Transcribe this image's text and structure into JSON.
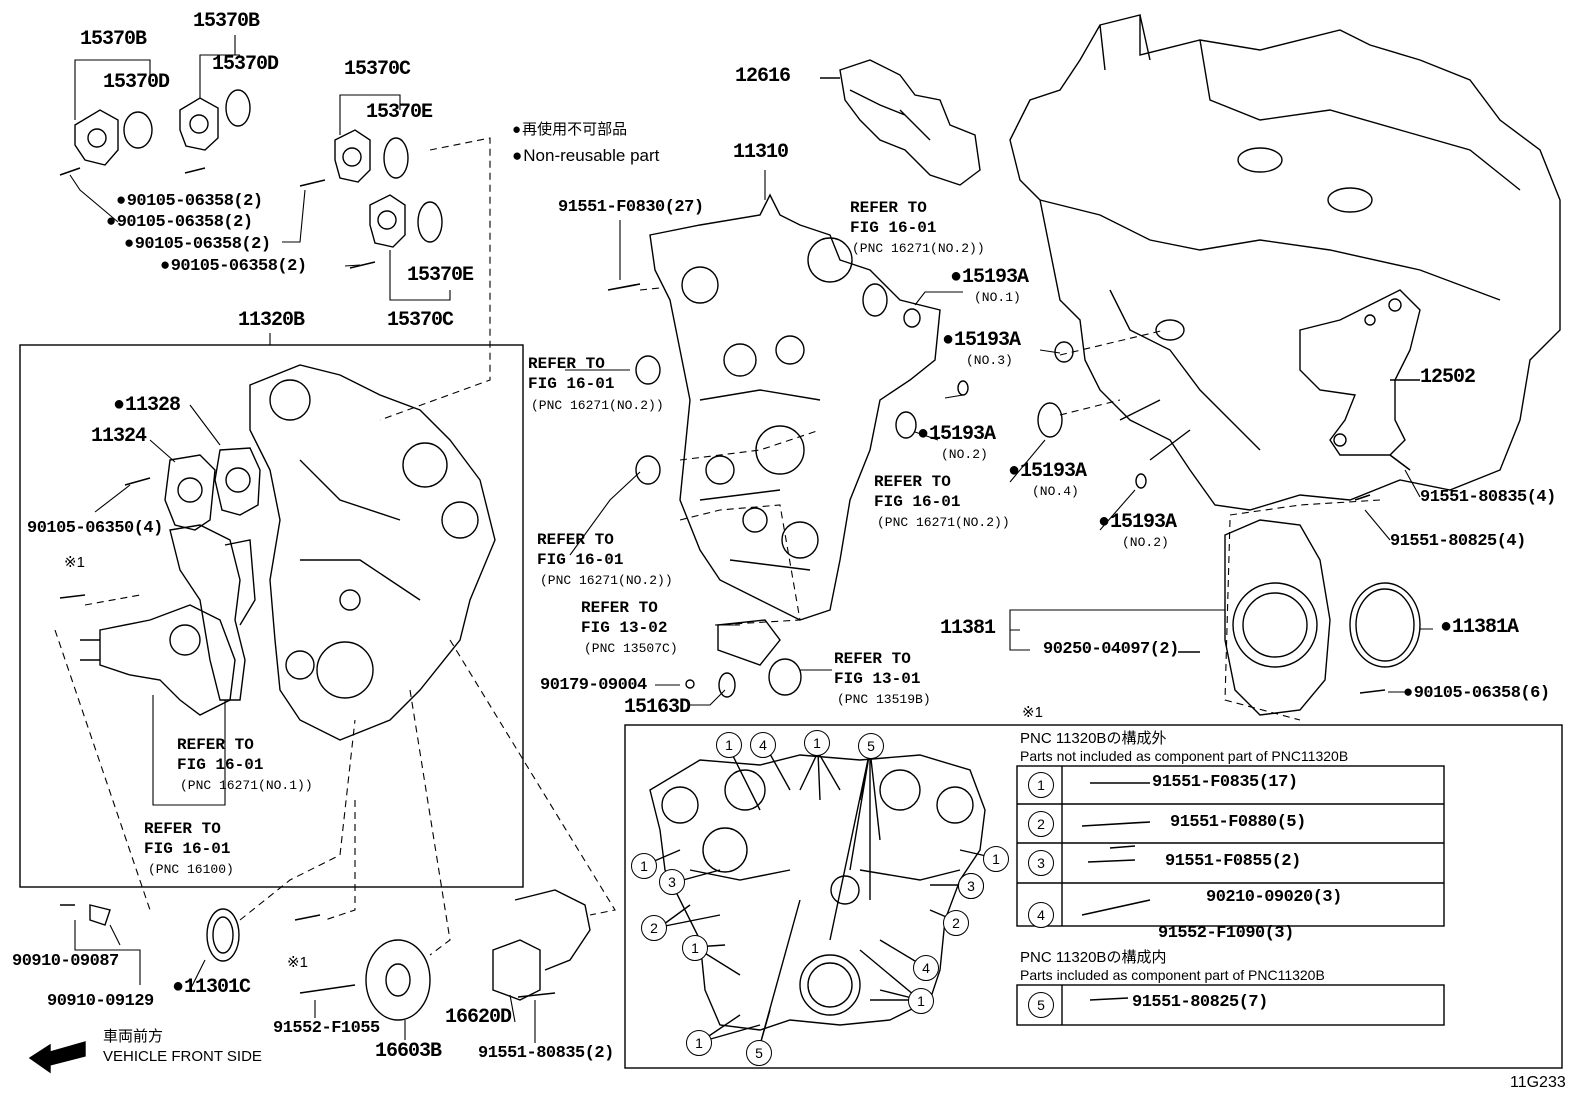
{
  "legend": {
    "non_reusable_jp": "再使用不可部品",
    "non_reusable_en": "Non-reusable part"
  },
  "figure_code": "11G233",
  "front_side_jp": "車両前方",
  "front_side_en": "VEHICLE FRONT SIDE",
  "parts": {
    "p15370B_a": "15370B",
    "p15370B_b": "15370B",
    "p15370D_a": "15370D",
    "p15370D_b": "15370D",
    "p15370C_a": "15370C",
    "p15370E_a": "15370E",
    "p15370E_b": "15370E",
    "p15370C_b": "15370C",
    "b90105_1": "90105-06358(2)",
    "b90105_2": "90105-06358(2)",
    "b90105_3": "90105-06358(2)",
    "b90105_4": "90105-06358(2)",
    "p11320B": "11320B",
    "p11328": "11328",
    "p11324": "11324",
    "b90105_350": "90105-06350(4)",
    "mark1a": "※1",
    "p12616": "12616",
    "p11310": "11310",
    "b91551_F0830": "91551-F0830(27)",
    "p15193A_1": "15193A",
    "p15193A_1n": "(NO.1)",
    "p15193A_3": "15193A",
    "p15193A_3n": "(NO.3)",
    "p15193A_2": "15193A",
    "p15193A_2n": "(NO.2)",
    "p15193A_4": "15193A",
    "p15193A_4n": "(NO.4)",
    "p15193A_2b": "15193A",
    "p15193A_2bn": "(NO.2)",
    "p12502": "12502",
    "b91551_80835_4": "91551-80835(4)",
    "b91551_80825_4": "91551-80825(4)",
    "p11381": "11381",
    "b90250": "90250-04097(2)",
    "p11381A": "11381A",
    "b90105_6": "90105-06358(6)",
    "b90179": "90179-09004",
    "p15163D": "15163D",
    "p90910_087": "90910-09087",
    "p90910_129": "90910-09129",
    "p11301C": "11301C",
    "mark1b": "※1",
    "b91552_F1055": "91552-F1055",
    "p16603B": "16603B",
    "p16620D": "16620D",
    "b91551_80835_2": "91551-80835(2)"
  },
  "refs": {
    "r1": {
      "a": "REFER TO",
      "b": "FIG 16-01",
      "c": "(PNC 16271(NO.2))"
    },
    "r2": {
      "a": "REFER TO",
      "b": "FIG 16-01",
      "c": "(PNC 16271(NO.2))"
    },
    "r3": {
      "a": "REFER TO",
      "b": "FIG 16-01",
      "c": "(PNC 16271(NO.2))"
    },
    "r4": {
      "a": "REFER TO",
      "b": "FIG 16-01",
      "c": "(PNC 16271(NO.2))"
    },
    "r5": {
      "a": "REFER TO",
      "b": "FIG 13-02",
      "c": "(PNC 13507C)"
    },
    "r6": {
      "a": "REFER TO",
      "b": "FIG 13-01",
      "c": "(PNC 13519B)"
    },
    "r7": {
      "a": "REFER TO",
      "b": "FIG 16-01",
      "c": "(PNC 16271(NO.1))"
    },
    "r8": {
      "a": "REFER TO",
      "b": "FIG 16-01",
      "c": "(PNC 16100)"
    }
  },
  "inset": {
    "mark": "※1",
    "not_included_jp": "PNC 11320Bの構成外",
    "not_included_en": "Parts not included as component part of PNC11320B",
    "included_jp": "PNC 11320Bの構成内",
    "included_en": "Parts included as component part of PNC11320B",
    "rows": [
      {
        "num": "1",
        "part": "91551-F0835(17)"
      },
      {
        "num": "2",
        "part": "91551-F0880(5)"
      },
      {
        "num": "3",
        "part": "91551-F0855(2)"
      },
      {
        "num": "4",
        "part": "90210-09020(3)",
        "part2": "91552-F1090(3)"
      },
      {
        "num": "5",
        "part": "91551-80825(7)"
      }
    ],
    "callouts": [
      "1",
      "4",
      "1",
      "5",
      "1",
      "3",
      "2",
      "1",
      "1",
      "5",
      "1",
      "3",
      "2",
      "1",
      "4",
      "1"
    ]
  }
}
